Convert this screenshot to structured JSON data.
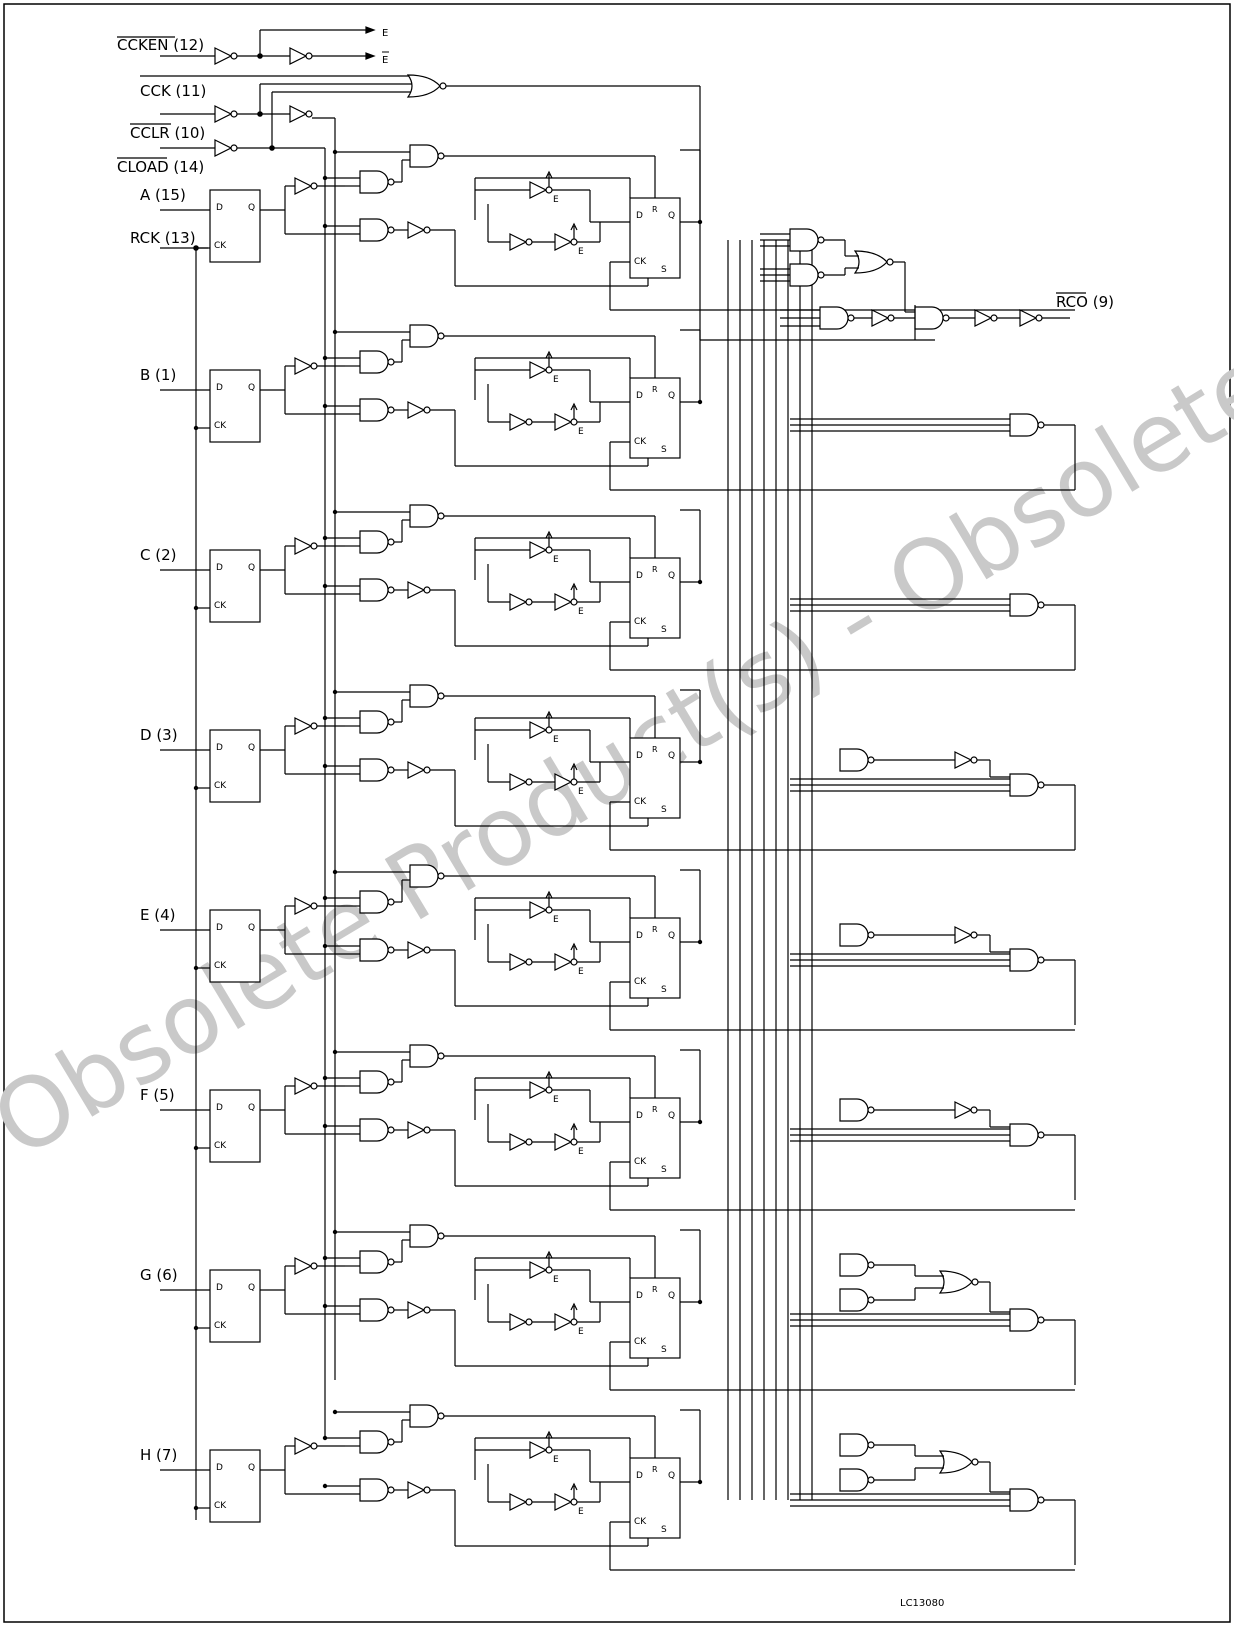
{
  "inputs": {
    "ccken": "CCKEN (12)",
    "cck": "CCK (11)",
    "cclr": "CCLR (10)",
    "cload": "CLOAD (14)",
    "rck": "RCK (13)"
  },
  "enable_outputs": {
    "e": "E",
    "e_bar": "E"
  },
  "data_inputs": [
    "A (15)",
    "B (1)",
    "C (2)",
    "D (3)",
    "E (4)",
    "F (5)",
    "G (6)",
    "H (7)"
  ],
  "register_pins": {
    "d": "D",
    "q": "Q",
    "ck": "CK",
    "r": "R",
    "s": "S",
    "e": "E",
    "e_bar": "E"
  },
  "output": "RCO (9)",
  "figure_code": "LC13080",
  "watermark": "Obsolete Product(s) - Obsolete Product(s)"
}
